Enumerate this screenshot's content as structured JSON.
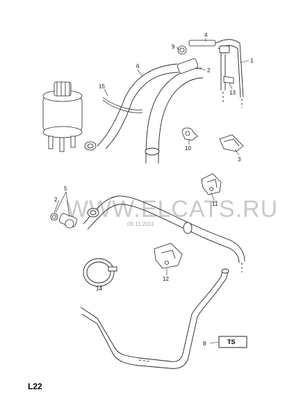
{
  "watermark": {
    "site": "WWW.ELCATS.RU",
    "date": "09.11.2011"
  },
  "diagram_code": "L22",
  "callouts": {
    "c1": "1",
    "c2a": "2",
    "c2b": "2",
    "c3": "3",
    "c4": "4",
    "c5": "5",
    "c6": "6",
    "c8": "8",
    "c9": "9",
    "c10": "10",
    "c11": "11",
    "c12": "12",
    "c13": "13",
    "c14": "14",
    "c15": "15"
  },
  "ts_box": {
    "label": "TS"
  }
}
